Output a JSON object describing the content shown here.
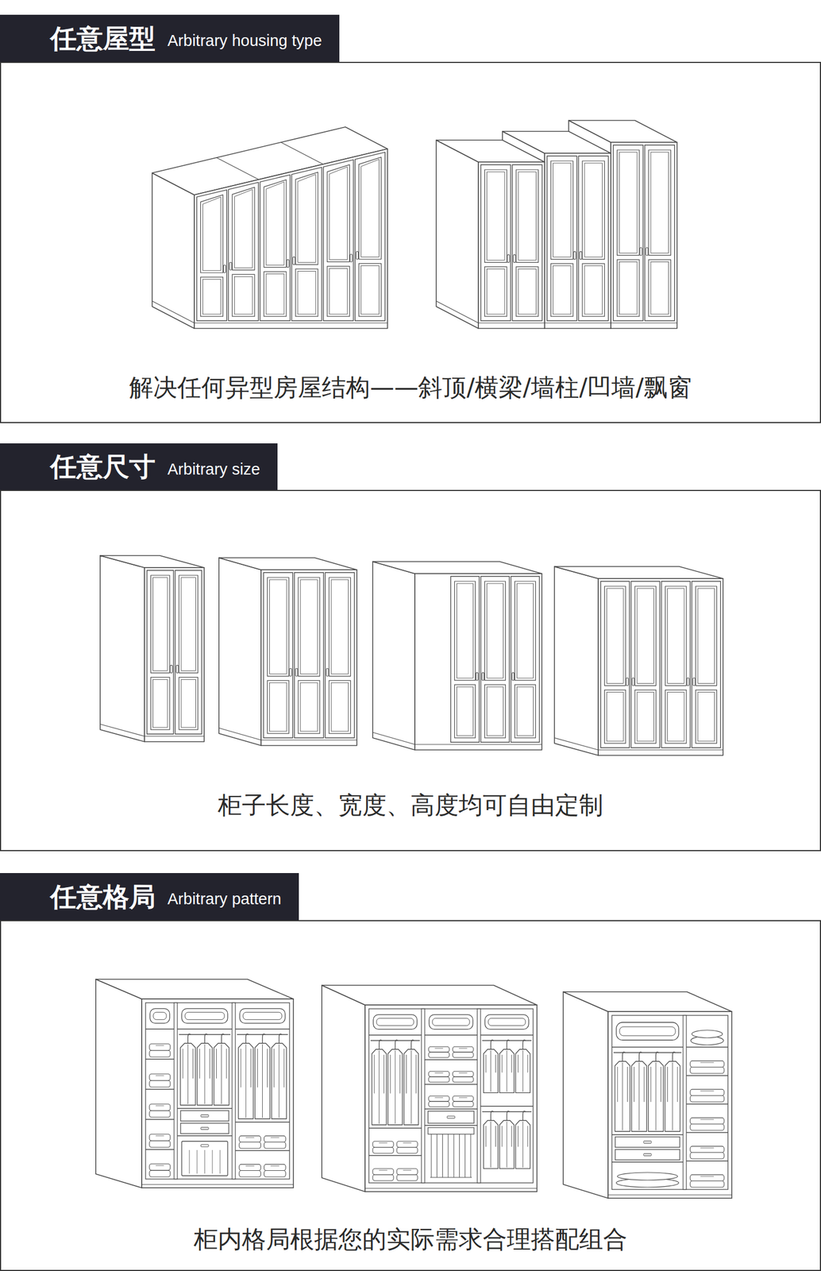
{
  "diagram": {
    "nodes": [
      {
        "text": [
          "任意屋型",
          "Arbitrary housing type"
        ]
      },
      {
        "text": [
          "解决任何异型房屋结构——斜顶/横梁/墙柱/凹墙/飘窗"
        ]
      },
      {
        "text": [
          "任意尺寸",
          "Arbitrary size"
        ]
      },
      {
        "text": [
          "柜子长度、宽度、高度均可自由定制"
        ]
      },
      {
        "text": [
          "任意格局",
          "Arbitrary pattern"
        ]
      },
      {
        "text": [
          "柜内格局根据您的实际需求合理搭配组合"
        ]
      }
    ]
  }
}
